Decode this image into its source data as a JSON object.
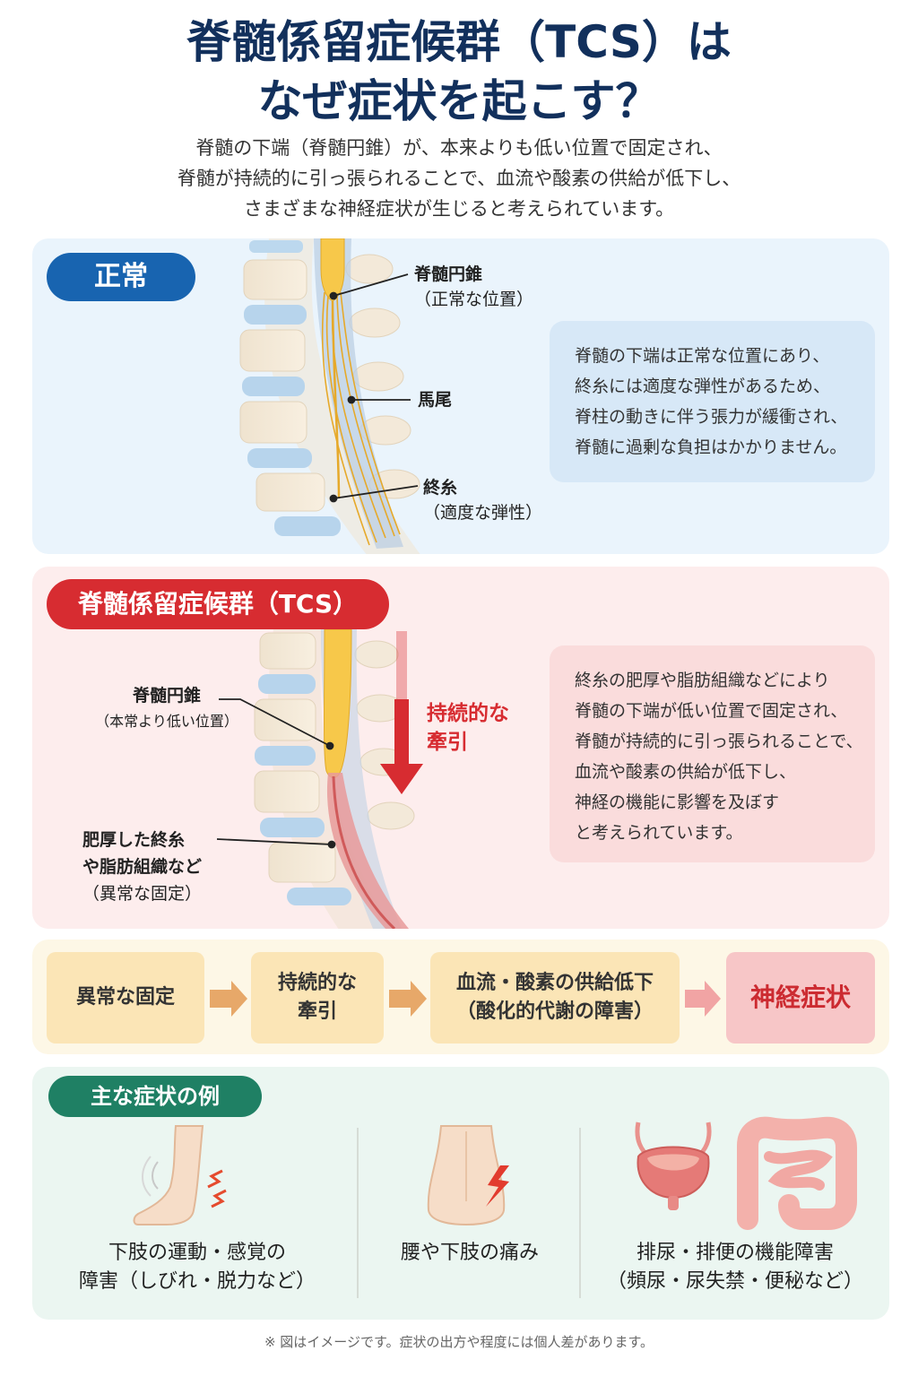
{
  "title": {
    "line1": "脊髄係留症候群（TCS）は",
    "line2": "なぜ症状を起こす？"
  },
  "intro": {
    "line1": "脊髄の下端（脊髄円錐）が、本来よりも低い位置で固定され、",
    "line2": "脊髄が持続的に引っ張られることで、血流や酸素の供給が低下し、",
    "line3": "さまざまな神経症状が生じると考えられています。"
  },
  "normal": {
    "badge": "正常",
    "conus_label": "脊髄円錐",
    "conus_sub": "（正常な位置）",
    "cauda_label": "馬尾",
    "filum_label": "終糸",
    "filum_sub": "（適度な弾性）",
    "info": [
      "脊髄の下端は正常な位置にあり、",
      "終糸には適度な弾性があるため、",
      "脊柱の動きに伴う張力が緩衝され、",
      "脊髄に過剰な負担はかかりません。"
    ]
  },
  "tcs": {
    "badge": "脊髄係留症候群（TCS）",
    "conus_label": "脊髄円錐",
    "conus_sub": "（本常より低い位置）",
    "filum_label1": "肥厚した終糸",
    "filum_label2": "や脂肪組織など",
    "filum_sub": "（異常な固定）",
    "pull1": "持続的な",
    "pull2": "牽引",
    "info": [
      "終糸の肥厚や脂肪組織などにより",
      "脊髄の下端が低い位置で固定され、",
      "脊髄が持続的に引っ張られることで、",
      "血流や酸素の供給が低下し、",
      "神経の機能に影響を及ぼす",
      "と考えられています。"
    ]
  },
  "flow": {
    "step1": "異常な固定",
    "step2a": "持続的な",
    "step2b": "牽引",
    "step3a": "血流・酸素の供給低下",
    "step3b": "（酸化的代謝の障害）",
    "step4": "神経症状"
  },
  "symptoms": {
    "badge": "主な症状の例",
    "s1a": "下肢の運動・感覚の",
    "s1b": "障害（しびれ・脱力など）",
    "s2": "腰や下肢の痛み",
    "s3a": "排尿・排便の機能障害",
    "s3b": "（頻尿・尿失禁・便秘など）"
  },
  "footnote": "※ 図はイメージです。症状の出方や程度には個人差があります。"
}
